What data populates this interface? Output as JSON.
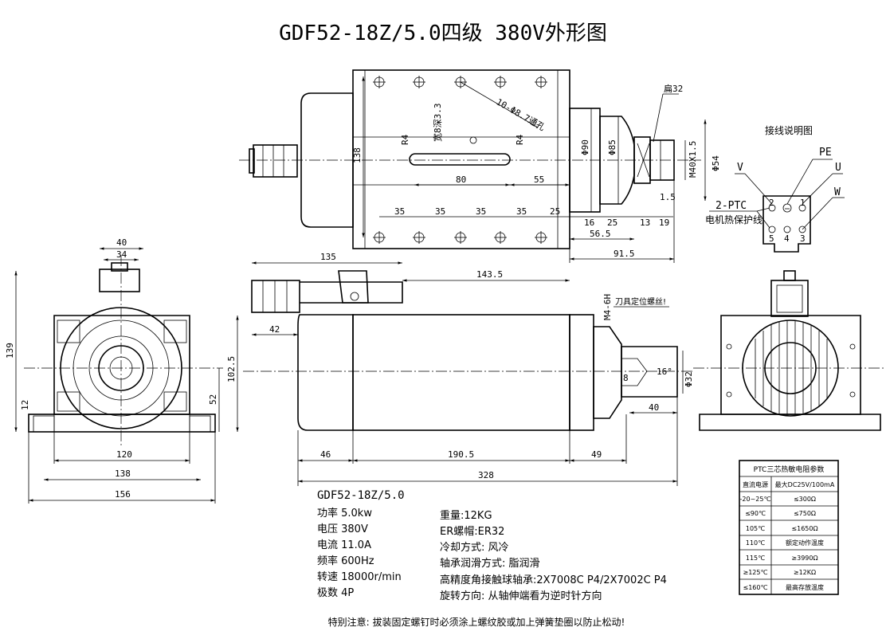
{
  "title": "GDF52-18Z/5.0四级 380V外形图",
  "top_view": {
    "dims": {
      "d138": "138",
      "r4a": "R4",
      "width33": "宽8深3.3",
      "r4b": "R4",
      "holes": "10-Φ8.7通孔",
      "d80": "80",
      "d55": "55",
      "d35a": "35",
      "d35b": "35",
      "d35c": "35",
      "d35d": "35",
      "d25a": "25",
      "d16": "16",
      "d25b": "25",
      "d13": "13",
      "d19": "19",
      "d565": "56.5",
      "d915": "91.5",
      "phi90": "Φ90",
      "phi85": "Φ85",
      "m40": "M40X1.5",
      "phi54": "Φ54",
      "flat32": "扁32",
      "d15": "1.5"
    }
  },
  "wiring": {
    "title": "接线说明图",
    "pe": "PE",
    "u": "U",
    "v": "V",
    "w": "W",
    "ptc": "2-PTC",
    "ptc_desc": "电机热保护线",
    "pins": [
      "2",
      "1",
      "5",
      "4",
      "3"
    ]
  },
  "front_view": {
    "dims": {
      "d40": "40",
      "d34": "34",
      "d139": "139",
      "d1025": "102.5",
      "d52": "52",
      "d12": "12",
      "d120": "120",
      "d138": "138",
      "d156": "156"
    }
  },
  "side_view": {
    "dims": {
      "d135": "135",
      "d1435": "143.5",
      "d42": "42",
      "m4": "M4-6H",
      "screw": "刀具定位螺丝!",
      "d16deg": "16°",
      "phi32": "Φ32",
      "d8": "8",
      "d40": "40",
      "d46": "46",
      "d1905": "190.5",
      "d49": "49",
      "d328": "328"
    }
  },
  "ptc_table": {
    "title": "PTC三芯热敏电阻参数",
    "rows": [
      [
        "直流电源",
        "最大DC25V/100mA"
      ],
      [
        "-20~25℃",
        "≤300Ω"
      ],
      [
        "≤90℃",
        "≤750Ω"
      ],
      [
        "105℃",
        "≤1650Ω"
      ],
      [
        "110℃",
        "额定动作温度"
      ],
      [
        "115℃",
        "≥3990Ω"
      ],
      [
        "≥125℃",
        "≥12KΩ"
      ],
      [
        "≤160℃",
        "最高存放温度"
      ]
    ]
  },
  "specs": {
    "model": "GDF52-18Z/5.0",
    "left": [
      "功率 5.0kw",
      "电压 380V",
      "电流 11.0A",
      "频率 600Hz",
      "转速 18000r/min",
      "极数 4P"
    ],
    "right": [
      "重量:12KG",
      "ER螺帽:ER32",
      "冷却方式: 风冷",
      "轴承润滑方式: 脂润滑",
      "高精度角接触球轴承:2X7008C P4/2X7002C P4",
      "旋转方向: 从轴伸端看为逆时针方向"
    ]
  },
  "note": "特别注意: 拔装固定螺钉时必须涂上螺纹胶或加上弹簧垫圈以防止松动!"
}
